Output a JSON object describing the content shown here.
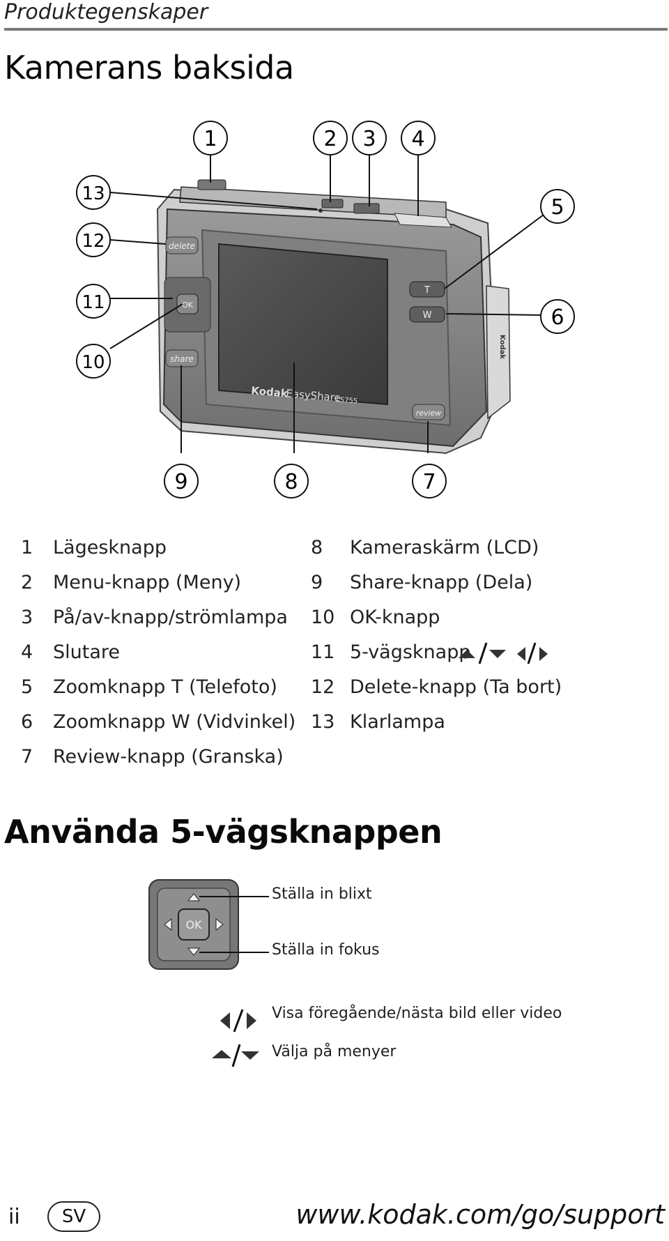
{
  "header": {
    "title": "Produktegenskaper"
  },
  "section1": {
    "title": "Kamerans baksida"
  },
  "camera": {
    "callouts": [
      "1",
      "2",
      "3",
      "4",
      "5",
      "6",
      "7",
      "8",
      "9",
      "10",
      "11",
      "12",
      "13"
    ],
    "buttons": {
      "delete": "delete",
      "share": "share",
      "ok": "OK",
      "review": "review",
      "zoom_t": "T",
      "zoom_w": "W"
    },
    "brand": "Kodak",
    "model": "EasyShare",
    "model_number": "LS755",
    "side_brand": "Kodak"
  },
  "legend": {
    "left": [
      {
        "num": "1",
        "text": "Lägesknapp"
      },
      {
        "num": "2",
        "text": "Menu-knapp (Meny)"
      },
      {
        "num": "3",
        "text": "På/av-knapp/strömlampa"
      },
      {
        "num": "4",
        "text": "Slutare"
      },
      {
        "num": "5",
        "text": "Zoomknapp T (Telefoto)"
      },
      {
        "num": "6",
        "text": "Zoomknapp W (Vidvinkel)"
      },
      {
        "num": "7",
        "text": "Review-knapp (Granska)"
      }
    ],
    "right": [
      {
        "num": "8",
        "text": "Kameraskärm (LCD)"
      },
      {
        "num": "9",
        "text": "Share-knapp (Dela)"
      },
      {
        "num": "10",
        "text": "OK-knapp"
      },
      {
        "num": "11",
        "text": "5-vägsknapp"
      },
      {
        "num": "12",
        "text": "Delete-knapp (Ta bort)"
      },
      {
        "num": "13",
        "text": "Klarlampa"
      }
    ]
  },
  "section2": {
    "title": "Använda 5-vägsknappen"
  },
  "fiveway": {
    "ok_label": "OK",
    "flash_label": "Ställa in blixt",
    "focus_label": "Ställa in fokus",
    "left_right_label": "Visa föregående/nästa bild eller video",
    "up_down_label": "Välja på menyer"
  },
  "footer": {
    "page": "ii",
    "lang": "SV",
    "url": "www.kodak.com/go/support"
  }
}
